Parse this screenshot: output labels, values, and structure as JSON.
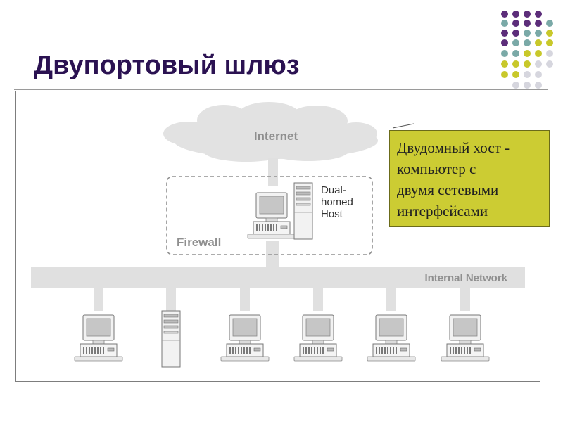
{
  "slide": {
    "title": "Двупортовый шлюз",
    "callout_lines": [
      "Двудомный хост -",
      "компьютер с",
      "двумя сетевыми",
      "интерфейсами"
    ]
  },
  "diagram": {
    "internet_label": "Internet",
    "firewall_label": "Firewall",
    "host_label_lines": [
      "Dual-",
      "homed",
      "Host"
    ],
    "internal_network_label": "Internal Network",
    "internal_hosts": [
      "workstation",
      "server-tower",
      "workstation",
      "workstation",
      "workstation",
      "workstation"
    ]
  },
  "colors": {
    "title": "#2b1252",
    "callout_bg": "#cccc33",
    "dot_purple": "#5c2d7a",
    "dot_teal": "#7aa9a7",
    "dot_yellow": "#c8c82a",
    "dot_grey": "#d6d6de"
  },
  "icons": [
    "cloud-icon",
    "computer-icon",
    "server-tower-icon"
  ]
}
